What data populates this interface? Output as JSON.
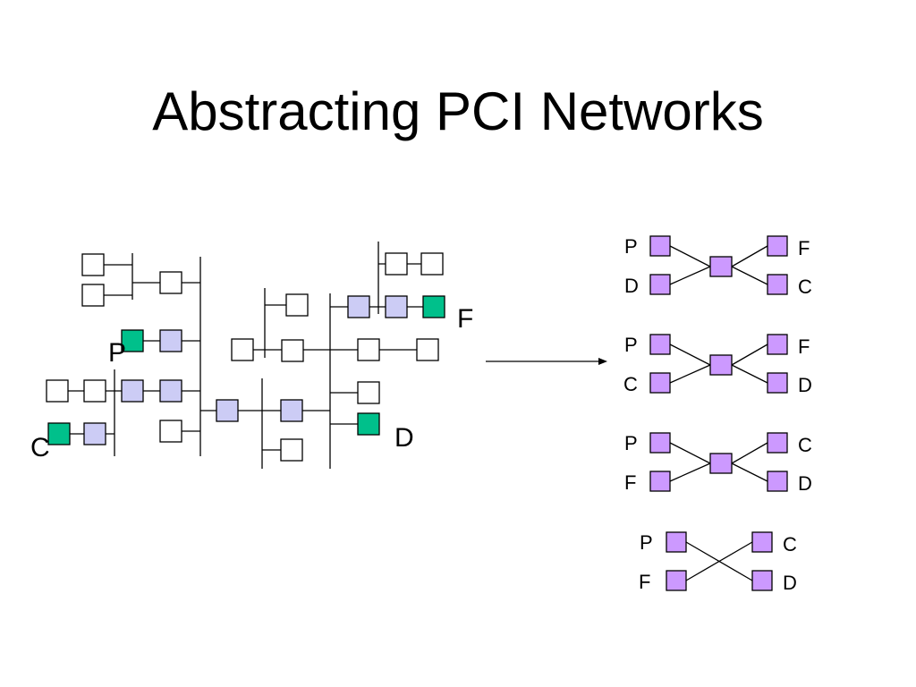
{
  "slide": {
    "title": "Abstracting PCI Networks"
  },
  "colors": {
    "endpoint": "#00c08b",
    "switch": "#ccccf5",
    "empty_slot": "#ffffff",
    "abstract_node": "#cc99ff",
    "line": "#000000"
  },
  "network": {
    "labels": {
      "p": "P",
      "c": "C",
      "f": "F",
      "d": "D"
    }
  },
  "abstractions": [
    {
      "left_top": "P",
      "left_bottom": "D",
      "right_top": "F",
      "right_bottom": "C",
      "topology": "switch"
    },
    {
      "left_top": "P",
      "left_bottom": "C",
      "right_top": "F",
      "right_bottom": "D",
      "topology": "switch"
    },
    {
      "left_top": "P",
      "left_bottom": "F",
      "right_top": "C",
      "right_bottom": "D",
      "topology": "switch"
    },
    {
      "left_top": "P",
      "left_bottom": "F",
      "right_top": "C",
      "right_bottom": "D",
      "topology": "cross"
    }
  ]
}
